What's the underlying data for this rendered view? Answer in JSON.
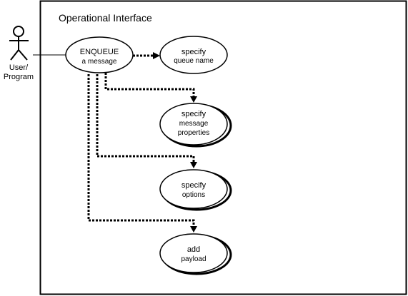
{
  "diagram": {
    "title": "Operational Interface",
    "actor": {
      "line1": "User/",
      "line2": "Program"
    },
    "nodes": {
      "enqueue": {
        "line1": "ENQUEUE",
        "line2": "a message"
      },
      "queue_name": {
        "line1": "specify",
        "line2": "queue name"
      },
      "message_properties": {
        "line1": "specify",
        "line2": "message",
        "line3": "properties"
      },
      "options": {
        "line1": "specify",
        "line2": "options"
      },
      "payload": {
        "line1": "add",
        "line2": "payload"
      }
    }
  },
  "colors": {
    "stroke": "#000000",
    "fill": "#ffffff"
  }
}
